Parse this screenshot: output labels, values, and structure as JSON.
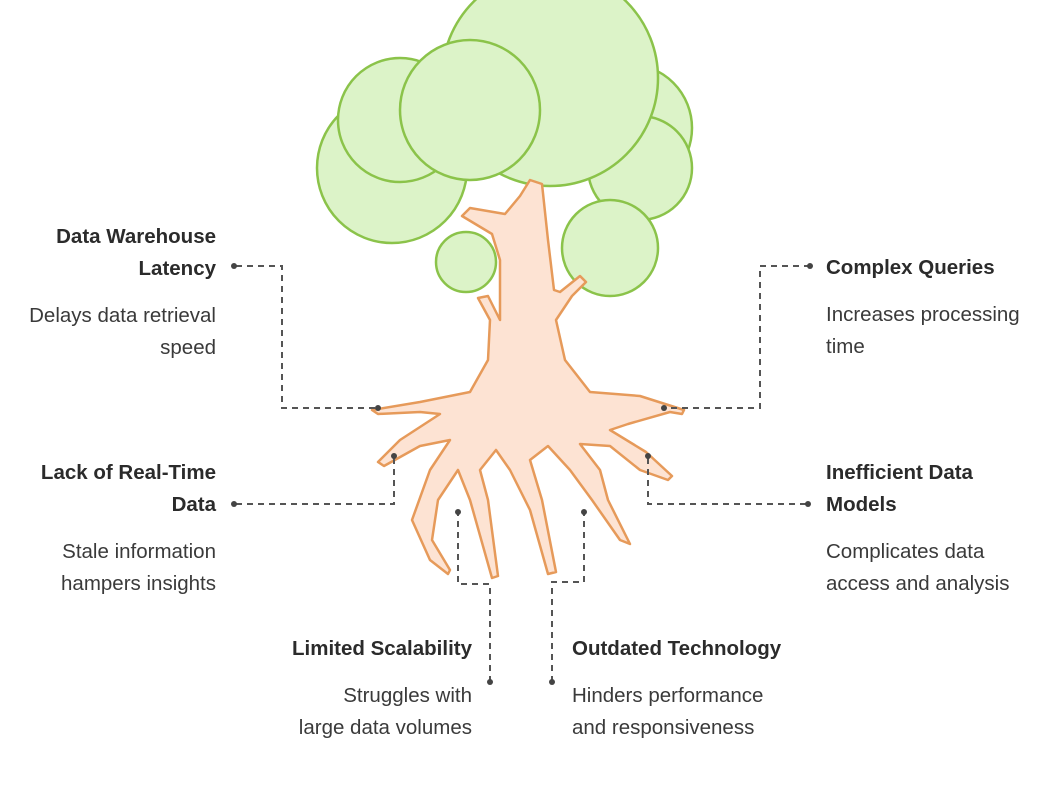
{
  "colors": {
    "canopy_fill": "#dcf3c8",
    "canopy_stroke": "#8bc34a",
    "trunk_fill": "#fde3d3",
    "trunk_stroke": "#e69a5a",
    "connector": "#555555",
    "text": "#333333"
  },
  "nodes": [
    {
      "id": "data-warehouse-latency",
      "title": "Data Warehouse Latency",
      "desc": "Delays data retrieval speed"
    },
    {
      "id": "complex-queries",
      "title": "Complex Queries",
      "desc": "Increases processing time"
    },
    {
      "id": "lack-of-real-time-data",
      "title": "Lack of Real-Time Data",
      "desc": "Stale information hampers insights"
    },
    {
      "id": "inefficient-data-models",
      "title": "Inefficient Data Models",
      "desc": "Complicates data access and analysis"
    },
    {
      "id": "limited-scalability",
      "title": "Limited Scalability",
      "desc": "Struggles with large data volumes"
    },
    {
      "id": "outdated-technology",
      "title": "Outdated Technology",
      "desc": "Hinders performance and responsiveness"
    }
  ]
}
